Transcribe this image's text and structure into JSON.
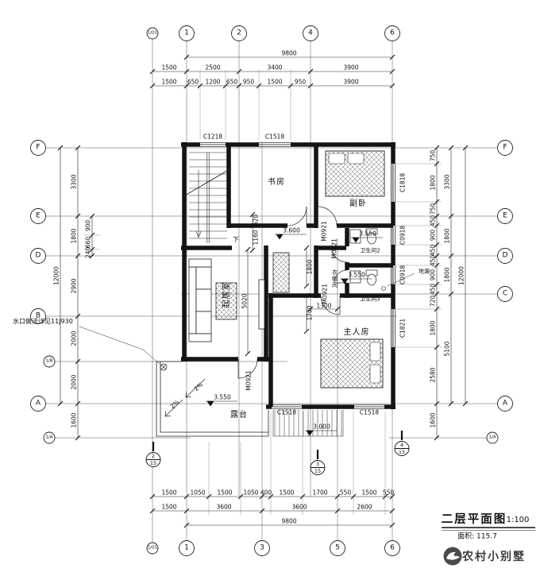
{
  "axes": {
    "top": [
      "1",
      "2",
      "4",
      "6"
    ],
    "bottom": [
      "1",
      "3",
      "5",
      "6"
    ],
    "left": [
      "F",
      "E",
      "D",
      "B",
      "A"
    ],
    "right": [
      "F",
      "E",
      "D",
      "C",
      "A"
    ],
    "extra": {
      "top": "1/01",
      "bottom": "1/01",
      "left_b": "1/B",
      "left_a": "1/A",
      "right_a": "1/A"
    }
  },
  "dims": {
    "top_total": "9800",
    "top_row1": [
      "1500",
      "2500",
      "3400",
      "3900"
    ],
    "top_row2": [
      "1500",
      "650",
      "1200",
      "650",
      "950",
      "1500",
      "950",
      "3900"
    ],
    "bot_row1": [
      "1500",
      "1050",
      "1500",
      "1050",
      "400",
      "1500",
      "1700",
      "550",
      "1500",
      "550"
    ],
    "bot_row2": [
      "1500",
      "3600",
      "3600",
      "2600"
    ],
    "bot_total": "9800",
    "left_outer": "12000",
    "left_mid": [
      "3300",
      "1800",
      "2900",
      "2000",
      "2000",
      "1600"
    ],
    "left_inner": [
      "900",
      "660",
      "240"
    ],
    "right_inner": [
      "750",
      "1800",
      "750",
      "450",
      "900",
      "450",
      "450",
      "900",
      "450",
      "720",
      "1800",
      "2580",
      "1600"
    ],
    "right_mid": [
      "3300",
      "1800",
      "1800",
      "5100"
    ],
    "right_outer": "12000",
    "interior": [
      "520",
      "1160",
      "1800",
      "1700",
      "5020",
      "1300"
    ]
  },
  "openings": {
    "windows": [
      "C1218",
      "C1518",
      "C1818",
      "C0918",
      "C0918",
      "C1821",
      "C1518",
      "C1518"
    ],
    "doors": [
      "M0921",
      "M0821",
      "M0921",
      "M0921"
    ]
  },
  "rooms": {
    "study": "书房",
    "bedroom2": "副卧",
    "bath2": "卫生间2",
    "closet": "衣帽间",
    "bath3": "卫生间3",
    "living": "起居室",
    "master": "主人房",
    "terrace": "露台",
    "down": "下",
    "drain": "地漏"
  },
  "levels": [
    "3.600",
    "3.550",
    "3.550",
    "3.550",
    "3.000"
  ],
  "slopes": [
    "2%",
    "2%"
  ],
  "note": "水口做法详见11J930",
  "sections": [
    {
      "n": "2",
      "d": "15"
    },
    {
      "n": "3",
      "d": "15"
    },
    {
      "n": "4",
      "d": "15"
    }
  ],
  "title_block": {
    "title": "二层平面图",
    "scale": "1:100",
    "area": "面积: 115.7",
    "brand": "农村小别墅"
  }
}
